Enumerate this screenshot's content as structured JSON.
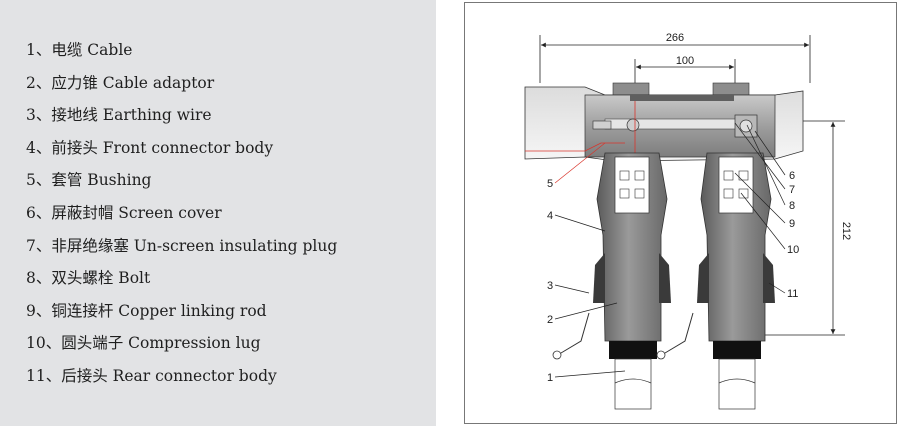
{
  "legend": {
    "items": [
      {
        "number": "1、",
        "text": "电缆 Cable"
      },
      {
        "number": "2、",
        "text": "应力锥 Cable adaptor"
      },
      {
        "number": "3、",
        "text": "接地线 Earthing wire"
      },
      {
        "number": "4、",
        "text": "前接头 Front connector body"
      },
      {
        "number": "5、",
        "text": "套管  Bushing"
      },
      {
        "number": "6、",
        "text": "屏蔽封帽  Screen cover"
      },
      {
        "number": "7、",
        "text": "非屏绝缘塞 Un-screen insulating plug"
      },
      {
        "number": "8、",
        "text": "双头螺栓 Bolt"
      },
      {
        "number": "9、",
        "text": "铜连接杆 Copper linking rod"
      },
      {
        "number": "10、",
        "text": "圆头端子 Compression lug"
      },
      {
        "number": "11、",
        "text": "后接头  Rear connector body"
      }
    ]
  },
  "drawing": {
    "dimensions": {
      "total_width": "266",
      "spacing": "100",
      "height": "212"
    },
    "callouts": [
      "1",
      "2",
      "3",
      "4",
      "5",
      "6",
      "7",
      "8",
      "9",
      "10",
      "11"
    ],
    "colors": {
      "body": "#a6a6a6",
      "dark_body": "#6b6b6b",
      "cable_black": "#111111",
      "marker": "#d9342b",
      "line": "#222222"
    }
  }
}
